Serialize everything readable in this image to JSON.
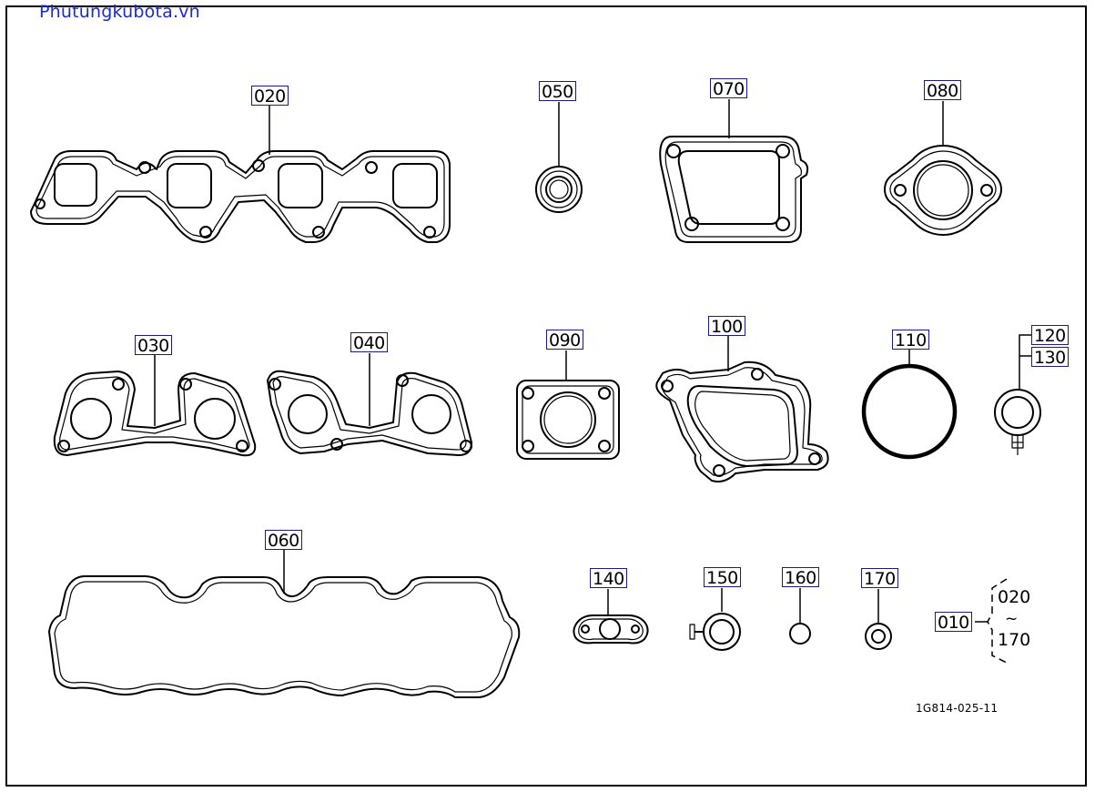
{
  "header": {
    "watermark": "Phutungkubota.vn"
  },
  "callouts": {
    "p020": "020",
    "p030": "030",
    "p040": "040",
    "p050": "050",
    "p060": "060",
    "p070": "070",
    "p080": "080",
    "p090": "090",
    "p100": "100",
    "p110": "110",
    "p120": "120",
    "p130": "130",
    "p140": "140",
    "p150": "150",
    "p160": "160",
    "p170": "170",
    "p010": "010"
  },
  "kit_range": {
    "from": "020",
    "tilde": "~",
    "to": "170"
  },
  "drawing_code": "1G814-025-11"
}
